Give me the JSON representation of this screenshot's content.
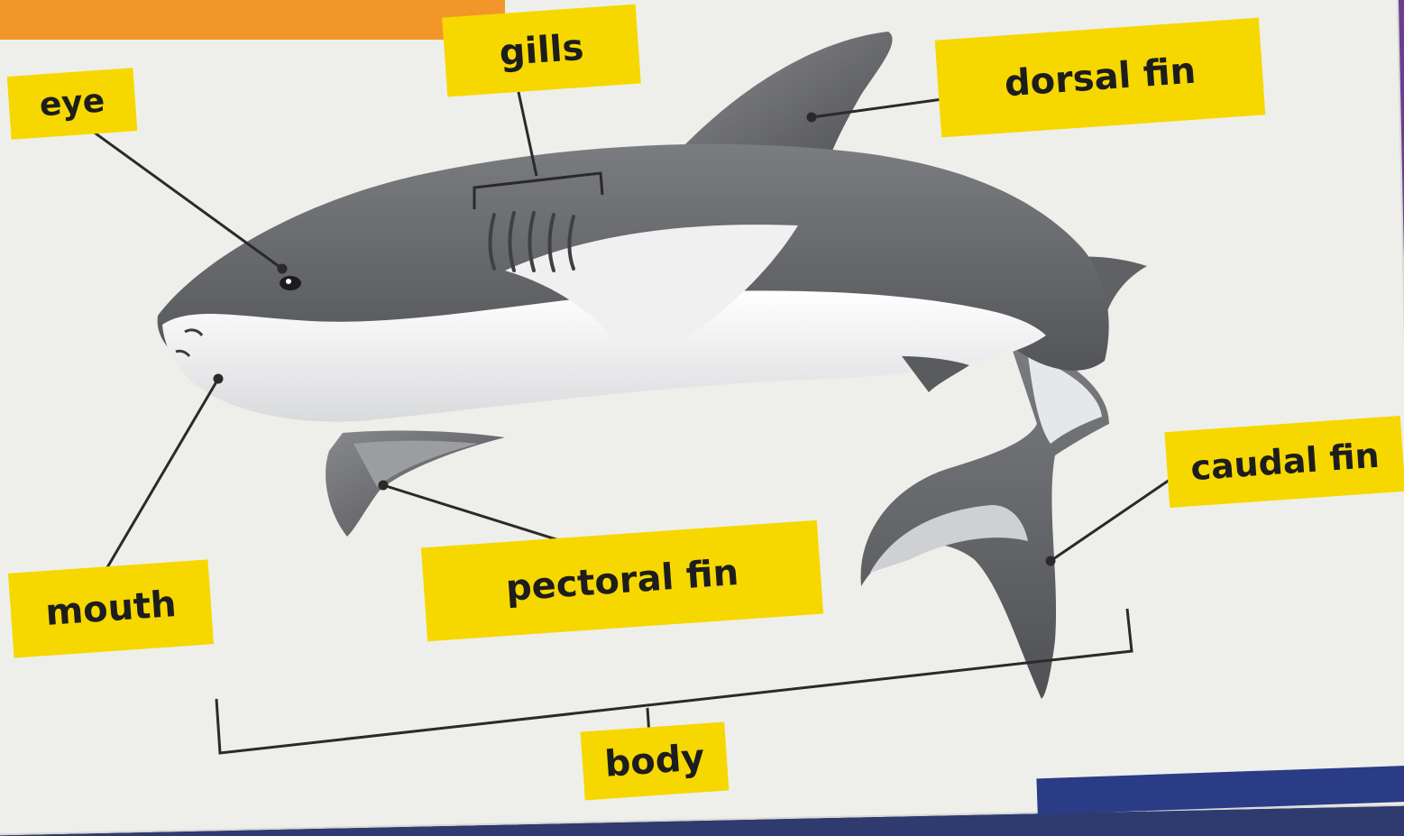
{
  "labels": {
    "eye": "eye",
    "gills": "gills",
    "dorsal_fin": "dorsal fin",
    "mouth": "mouth",
    "pectoral_fin": "pectoral fin",
    "caudal_fin": "caudal fin",
    "body": "body"
  },
  "colors": {
    "label_background": "#f6d800",
    "label_text": "#1d1d1d",
    "board_background": "#eeefeb",
    "accent_orange": "#f2962a",
    "border_purple": "#6a3f8e",
    "shark_dark": "#5f6062",
    "shark_belly": "#f4f4f4"
  }
}
